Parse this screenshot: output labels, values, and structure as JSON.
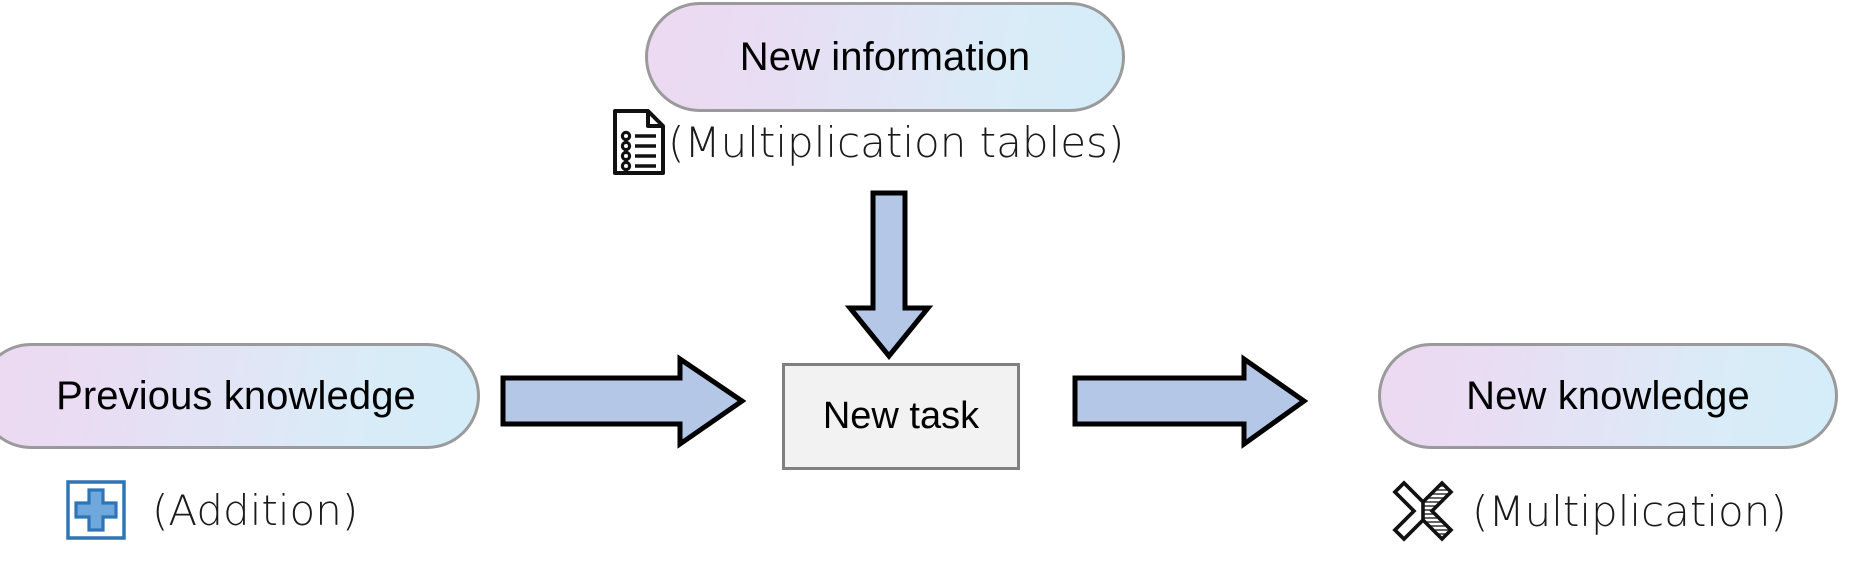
{
  "diagram": {
    "title_text": "",
    "colors": {
      "pill_gradient_start": "#ecd9f2",
      "pill_gradient_end": "#d3edf8",
      "pill_border": "#9a9a9a",
      "task_fill": "#f2f2f2",
      "task_border": "#808080",
      "arrow_fill": "#b4c7e7",
      "arrow_stroke": "#000000",
      "plus_icon_fill": "#5b9bd5",
      "plus_icon_stroke": "#2e75b6",
      "text": "#000000",
      "background": "#ffffff"
    },
    "nodes": {
      "new_information": {
        "label": "New information",
        "shape": "rounded-pill"
      },
      "previous_knowledge": {
        "label": "Previous knowledge",
        "shape": "rounded-pill"
      },
      "new_task": {
        "label": "New task",
        "shape": "rectangle"
      },
      "new_knowledge": {
        "label": "New knowledge",
        "shape": "rounded-pill"
      }
    },
    "captions": {
      "multiplication_tables": {
        "text": "(Multiplication tables)",
        "icon": "document-list-icon"
      },
      "addition": {
        "text": "(Addition)",
        "icon": "plus-square-icon"
      },
      "multiplication": {
        "text": "(Multiplication)",
        "icon": "multiply-x-icon"
      }
    },
    "arrows": [
      {
        "name": "arrow-down",
        "from": "new_information",
        "to": "new_task",
        "direction": "down"
      },
      {
        "name": "arrow-left-to-task",
        "from": "previous_knowledge",
        "to": "new_task",
        "direction": "right"
      },
      {
        "name": "arrow-task-to-right",
        "from": "new_task",
        "to": "new_knowledge",
        "direction": "right"
      }
    ]
  }
}
